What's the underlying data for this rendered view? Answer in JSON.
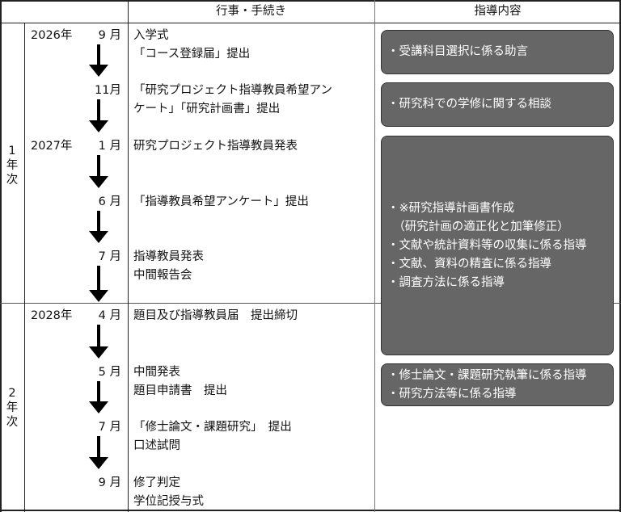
{
  "header": {
    "events": "行事・手続き",
    "guidance": "指導内容"
  },
  "year_labels": [
    [
      "1",
      "年",
      "次"
    ],
    [
      "2",
      "年",
      "次"
    ]
  ],
  "entries": [
    {
      "year": "2026年",
      "month": "9 月",
      "lines": [
        "入学式",
        "「コース登録届」提出"
      ]
    },
    {
      "year": "",
      "month": "11月",
      "lines": [
        "「研究プロジェクト指導教員希望アン",
        "ケート」「研究計画書」提出"
      ]
    },
    {
      "year": "2027年",
      "month": "1 月",
      "lines": [
        "研究プロジェクト指導教員発表"
      ]
    },
    {
      "year": "",
      "month": "6 月",
      "lines": [
        "「指導教員希望アンケート」提出"
      ]
    },
    {
      "year": "",
      "month": "7 月",
      "lines": [
        "指導教員発表",
        "中間報告会"
      ]
    },
    {
      "year": "2028年",
      "month": "4 月",
      "lines": [
        "題目及び指導教員届　提出締切"
      ]
    },
    {
      "year": "",
      "month": "5 月",
      "lines": [
        "中間発表",
        "題目申請書　提出"
      ]
    },
    {
      "year": "",
      "month": "7 月",
      "lines": [
        "「修士論文・課題研究」　提出",
        "口述試問"
      ]
    },
    {
      "year": "",
      "month": "9 月",
      "lines": [
        "修了判定",
        "学位記授与式"
      ]
    }
  ],
  "guidance": [
    {
      "lines": [
        "・受講科目選択に係る助言"
      ]
    },
    {
      "lines": [
        "・研究科での学修に関する相談"
      ]
    },
    {
      "lines": [
        "・※研究指導計画書作成",
        "　（研究計画の適正化と加筆修正）",
        "・文献や統計資料等の収集に係る指導",
        "・文献、資料の精査に係る指導",
        "・調査方法に係る指導"
      ]
    },
    {
      "lines": [
        "・修士論文・課題研究執筆に係る指導",
        "・研究方法等に係る指導"
      ]
    }
  ]
}
